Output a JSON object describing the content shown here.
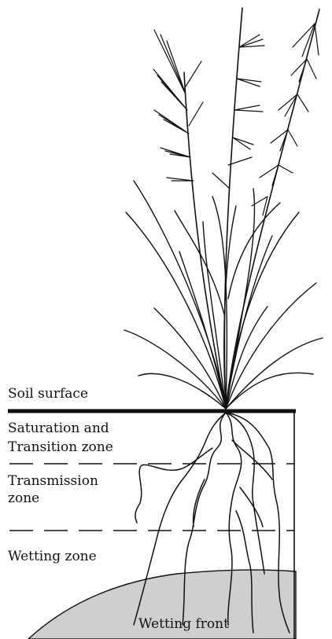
{
  "labels": {
    "soil_surface": "Soil surface",
    "saturation_line1": "Saturation and",
    "saturation_line2": "Transition zone",
    "transmission_line1": "Transmission",
    "transmission_line2": "zone",
    "wetting_zone": "Wetting zone",
    "wetting_front": "Wetting front"
  },
  "colors": {
    "ink": "#111111",
    "wetted_soil": "#cfcfcf",
    "background": "#ffffff"
  }
}
